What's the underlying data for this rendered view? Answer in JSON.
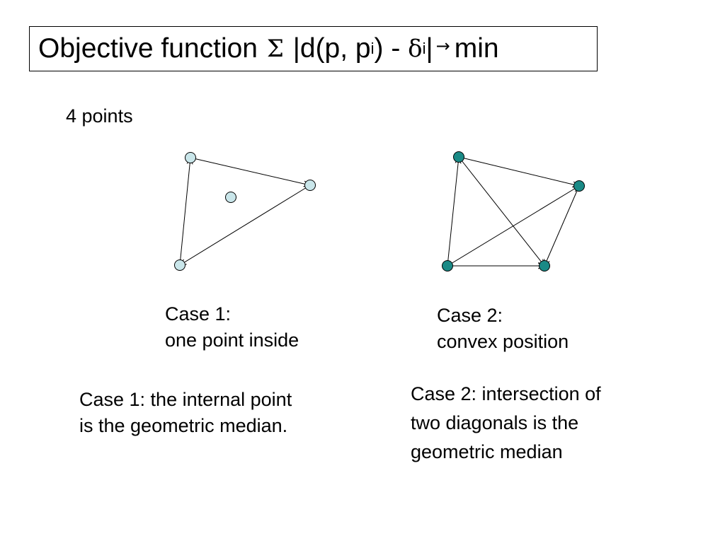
{
  "title": {
    "prefix": "Objective function",
    "sigma": "Σ",
    "abs_open": "|d(p, p",
    "sub1": "i",
    "mid": ") - ",
    "delta": "δ",
    "sub2": "i",
    "abs_close": "|",
    "arrow": "→",
    "suffix": "min"
  },
  "subtitle": "4 points",
  "case1": {
    "label_line1": "Case 1:",
    "label_line2": "one point inside",
    "desc_line1": "Case 1: the internal point",
    "desc_line2": "is the geometric median.",
    "point_color": "#c9e6ea"
  },
  "case2": {
    "label_line1": "Case 2:",
    "label_line2": "convex position",
    "desc_line1": "Case 2: intersection of",
    "desc_line2": "two diagonals is the",
    "desc_line3": "geometric median",
    "point_color": "#1a8a86"
  }
}
